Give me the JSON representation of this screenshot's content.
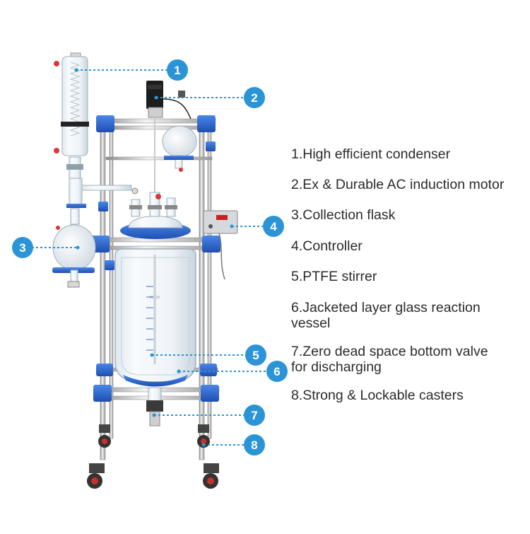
{
  "diagram": {
    "accent_color": "#2b94d6",
    "frame_blue": "#2f6fd6",
    "callouts": [
      {
        "number": "1"
      },
      {
        "number": "2"
      },
      {
        "number": "3"
      },
      {
        "number": "4"
      },
      {
        "number": "5"
      },
      {
        "number": "6"
      },
      {
        "number": "7"
      },
      {
        "number": "8"
      }
    ],
    "legend": [
      "1.High efficient condenser",
      "2.Ex & Durable AC induction motor",
      "3.Collection flask",
      "4.Controller",
      "5.PTFE stirrer",
      "6.Jacketed layer glass reaction\n vessel",
      "7.Zero dead space bottom valve\n for discharging",
      "8.Strong & Lockable casters"
    ]
  }
}
